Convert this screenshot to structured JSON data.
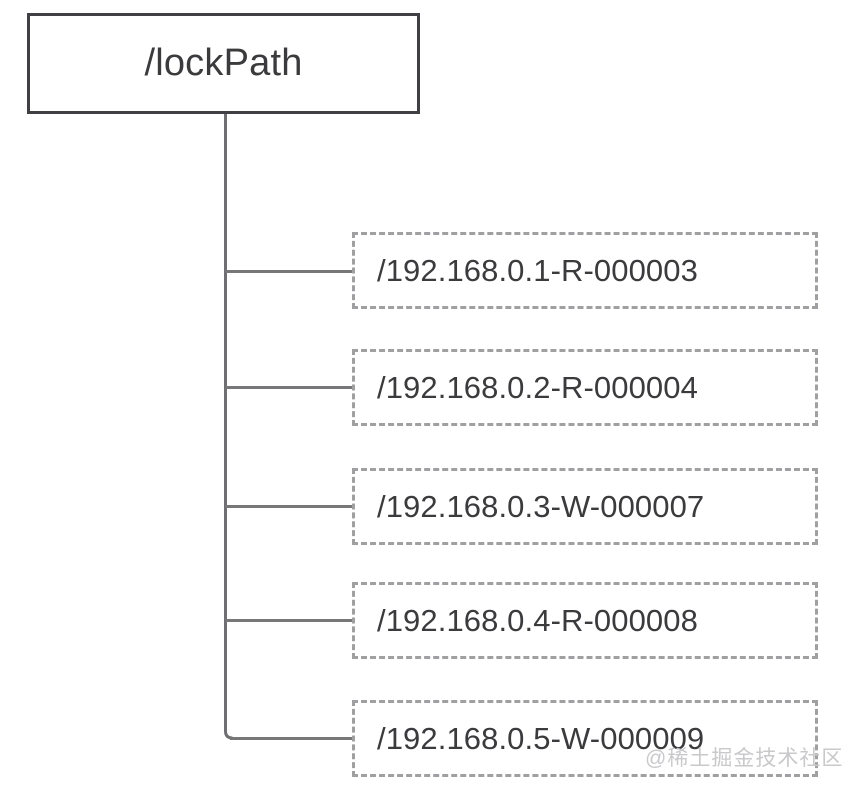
{
  "diagram": {
    "type": "tree",
    "title": "ZooKeeper lock path node tree",
    "root": {
      "label": "/lockPath",
      "border_style": "solid",
      "border_color": "#3f4043",
      "text_color": "#3b3b3d"
    },
    "children": [
      {
        "label": "/192.168.0.1-R-000003",
        "border_style": "dashed"
      },
      {
        "label": "/192.168.0.2-R-000004",
        "border_style": "dashed"
      },
      {
        "label": "/192.168.0.3-W-000007",
        "border_style": "dashed"
      },
      {
        "label": "/192.168.0.4-R-000008",
        "border_style": "dashed"
      },
      {
        "label": "/192.168.0.5-W-000009",
        "border_style": "dashed"
      }
    ],
    "connector_color": "#77777a",
    "dashed_border_color": "#a0a0a2",
    "background_color": "#ffffff"
  },
  "watermark": {
    "text": "@稀土掘金技术社区",
    "color": "#c9c9cb"
  }
}
